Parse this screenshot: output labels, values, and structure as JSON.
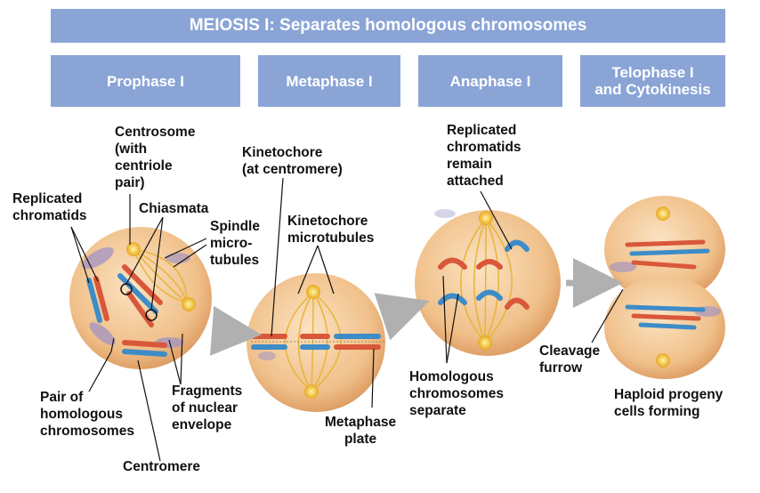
{
  "banner": "MEIOSIS I: Separates homologous chromosomes",
  "phases": {
    "prophase": "Prophase I",
    "metaphase": "Metaphase I",
    "anaphase": "Anaphase I",
    "telophase": "Telophase I\nand Cytokinesis"
  },
  "labels": {
    "centrosome": "Centrosome\n(with\ncentriole\npair)",
    "replicated_chromatids": "Replicated\nchromatids",
    "chiasmata": "Chiasmata",
    "spindle_microtubules": "Spindle\nmicro-\ntubules",
    "pair_homologous": "Pair of\nhomologous\nchromosomes",
    "fragments_envelope": "Fragments\nof nuclear\nenvelope",
    "centromere": "Centromere",
    "kinetochore": "Kinetochore\n(at centromere)",
    "kinetochore_microtubules": "Kinetochore\nmicrotubules",
    "metaphase_plate": "Metaphase\nplate",
    "replicated_attached": "Replicated\nchromatids\nremain\nattached",
    "homologous_separate": "Homologous\nchromosomes\nseparate",
    "cleavage_furrow": "Cleavage\nfurrow",
    "haploid_progeny": "Haploid progeny\ncells forming"
  },
  "colors": {
    "header_fill": "#8aa4d6",
    "cell_fill": "#f0c08a",
    "spindle": "#e8b43a",
    "chromosome_red": "#d9573a",
    "chromosome_blue": "#3d8cc8",
    "nuclear_envelope": "#9a90c8",
    "arrow": "#b0b0b0"
  }
}
